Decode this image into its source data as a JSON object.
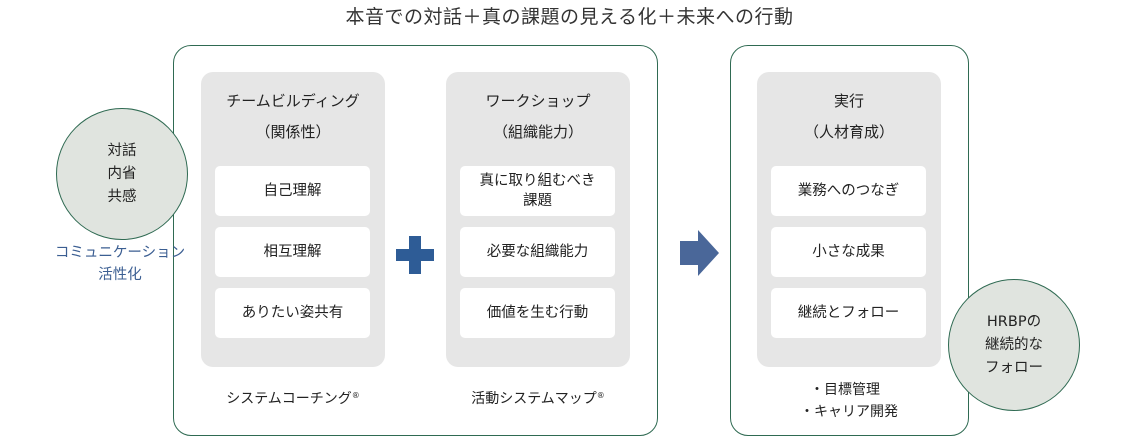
{
  "title": "本音での対話＋真の課題の見える化＋未来への行動",
  "left_circle": {
    "lines": "対話\n内省\n共感"
  },
  "left_label": "コミュニケーション\n活性化",
  "columns": [
    {
      "heading_1": "チームビルディング",
      "heading_2": "（関係性）",
      "cards": [
        "自己理解",
        "相互理解",
        "ありたい姿共有"
      ],
      "footer": "システムコーチング",
      "footer_mark": "®"
    },
    {
      "heading_1": "ワークショップ",
      "heading_2": "（組織能力）",
      "cards": [
        "真に取り組むべき\n課題",
        "必要な組織能力",
        "価値を生む行動"
      ],
      "footer": "活動システムマップ",
      "footer_mark": "®"
    },
    {
      "heading_1": "実行",
      "heading_2": "（人材育成）",
      "cards": [
        "業務へのつなぎ",
        "小さな成果",
        "継続とフォロー"
      ],
      "bullets": [
        "・目標管理",
        "・キャリア開発"
      ]
    }
  ],
  "right_circle": {
    "lines": "HRBPの\n継続的な\nフォロー"
  },
  "colors": {
    "frame": "#2f6a52",
    "plus": "#2e5c96",
    "arrow": "#4a6799",
    "column_bg": "#e6e6e6",
    "circle_bg": "#e0e4df",
    "label_blue": "#3b5e92"
  },
  "icons": [
    "plus-icon",
    "arrow-right-icon"
  ]
}
